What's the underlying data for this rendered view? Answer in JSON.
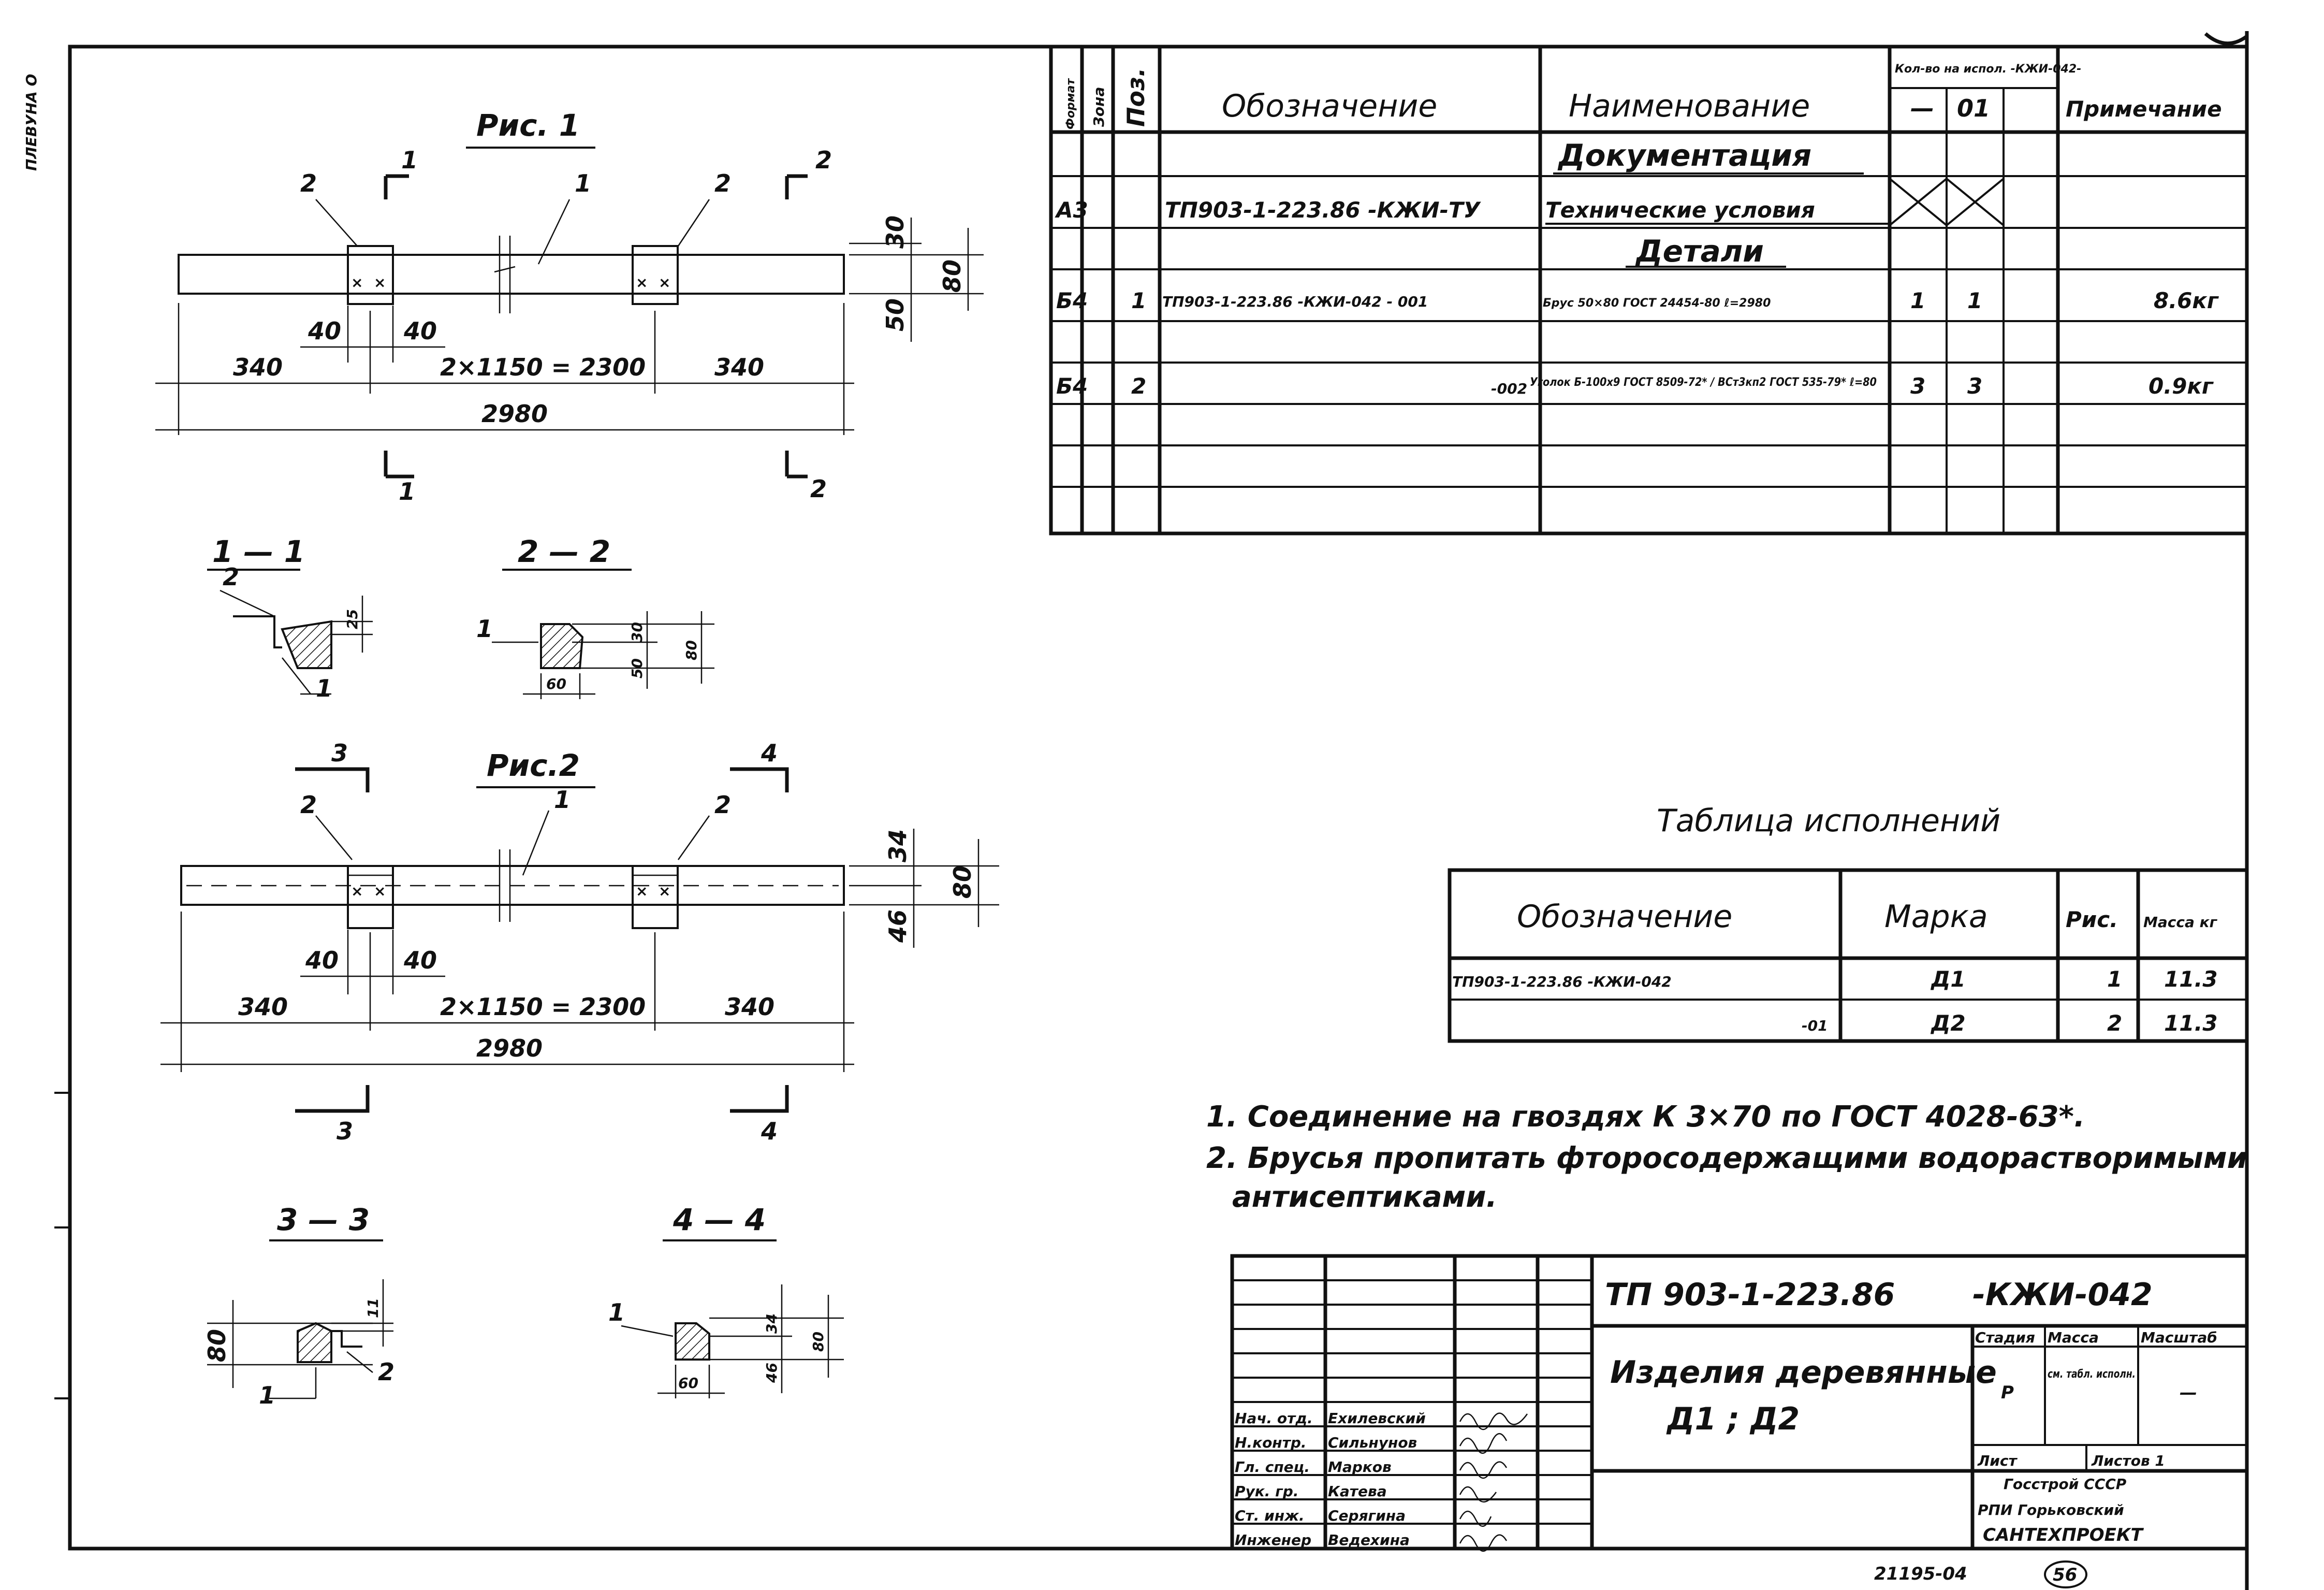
{
  "fig1": {
    "title": "Рис. 1",
    "sec1": "1",
    "sec2": "2",
    "pos1": "1",
    "pos2a": "2",
    "pos2b": "2",
    "dim_40a": "40",
    "dim_40b": "40",
    "dim_340a": "340",
    "dim_mid": "2×1150 = 2300",
    "dim_340b": "340",
    "dim_total": "2980",
    "dim_30": "30",
    "dim_50": "50",
    "dim_80": "80",
    "sec1b": "1",
    "sec2b": "2"
  },
  "section_1_1": {
    "title": "1 — 1",
    "pos_top": "2",
    "pos_bottom": "1",
    "dim_25": "25"
  },
  "section_2_2": {
    "title": "2 — 2",
    "pos": "1",
    "dim_30": "30",
    "dim_80": "80",
    "dim_50": "50",
    "dim_60": "60"
  },
  "fig2": {
    "title": "Рис.2",
    "sec3": "3",
    "sec4": "4",
    "pos1": "1",
    "pos2a": "2",
    "pos2b": "2",
    "dim_40a": "40",
    "dim_40b": "40",
    "dim_340a": "340",
    "dim_mid": "2×1150 = 2300",
    "dim_340b": "340",
    "dim_total": "2980",
    "dim_34": "34",
    "dim_46": "46",
    "dim_80": "80",
    "sec3b": "3",
    "sec4b": "4"
  },
  "section_3_3": {
    "title": "3 — 3",
    "pos_left": "1",
    "pos_right": "2",
    "dim_80": "80",
    "dim_11": "11"
  },
  "section_4_4": {
    "title": "4 — 4",
    "pos": "1",
    "dim_34": "34",
    "dim_80": "80",
    "dim_46": "46",
    "dim_60": "60"
  },
  "spec": {
    "headers": {
      "format": "Формат",
      "zone": "Зона",
      "pos": "Поз.",
      "designation": "Обозначение",
      "name": "Наименование",
      "qty": "Кол-во на испол. -КЖИ-042-",
      "qty_a": "—",
      "qty_b": "01",
      "note": "Примечание"
    },
    "rows": [
      {
        "format": "",
        "zone": "",
        "pos": "",
        "designation": "",
        "name": "Документация",
        "q1": "",
        "q2": "",
        "note": ""
      },
      {
        "format": "А3",
        "zone": "",
        "pos": "",
        "designation": "ТП903-1-223.86   -КЖИ-ТУ",
        "name": "Технические условия",
        "q1": "",
        "q2": "",
        "note": ""
      },
      {
        "format": "",
        "zone": "",
        "pos": "",
        "designation": "",
        "name": "Детали",
        "q1": "",
        "q2": "",
        "note": ""
      },
      {
        "format": "Б4",
        "zone": "",
        "pos": "1",
        "designation": "ТП903-1-223.86   -КЖИ-042 - 001",
        "name": "Брус 50×80 ГОСТ 24454-80 ℓ=2980",
        "q1": "1",
        "q2": "1",
        "note": "8.6кг"
      },
      {
        "format": "Б4",
        "zone": "",
        "pos": "2",
        "designation": "-002",
        "name": "Уголок Б-100х9 ГОСТ 8509-72* / ВСт3кп2 ГОСТ 535-79*  ℓ=80",
        "q1": "3",
        "q2": "3",
        "note": "0.9кг"
      }
    ]
  },
  "variants": {
    "title": "Таблица    исполнений",
    "headers": {
      "designation": "Обозначение",
      "mark": "Марка",
      "fig": "Рис.",
      "mass": "Масса кг"
    },
    "rows": [
      {
        "designation": "ТП903-1-223.86   -КЖИ-042",
        "mark": "Д1",
        "fig": "1",
        "mass": "11.3"
      },
      {
        "designation": "-01",
        "mark": "Д2",
        "fig": "2",
        "mass": "11.3"
      }
    ]
  },
  "notes": {
    "n1": "1. Соединение на гвоздях К 3×70 по ГОСТ 4028-63*.",
    "n2a": "2. Брусья пропитать фторосодержащими водорастворимыми",
    "n2b": "антисептиками."
  },
  "stamp": {
    "code": "ТП 903-1-223.86",
    "code_suffix": "-КЖИ-042",
    "title_line1": "Изделия деревянные",
    "title_line2": "Д1 ; Д2",
    "stage_label": "Стадия",
    "mass_label": "Масса",
    "scale_label": "Масштаб",
    "stage": "Р",
    "mass": "см. табл. исполн.",
    "scale": "—",
    "sheet_label": "Лист",
    "sheets_label": "Листов 1",
    "org1": "Госстрой СССР",
    "org2": "РПИ Горьковский",
    "org3": "САНТЕХПРОЕКТ",
    "signers": [
      {
        "role": "Нач. отд.",
        "name": "Ехилевский"
      },
      {
        "role": "Н.контр.",
        "name": "Сильнунов"
      },
      {
        "role": "Гл. спец.",
        "name": "Марков"
      },
      {
        "role": "Рук. гр.",
        "name": "Катева"
      },
      {
        "role": "Ст. инж.",
        "name": "Серягина"
      },
      {
        "role": "Инженер",
        "name": "Ведехина"
      }
    ]
  },
  "footer": {
    "number": "21195-04",
    "page": "56"
  },
  "margin_text": "ПЛЕВУНА О"
}
